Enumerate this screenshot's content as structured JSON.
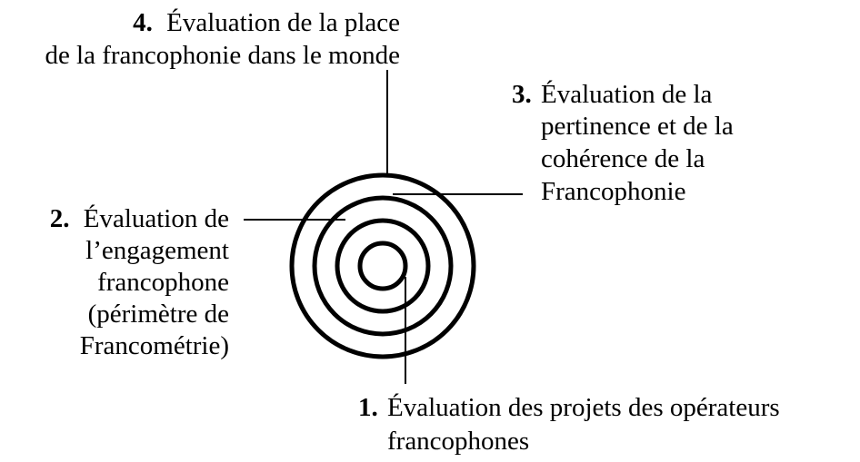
{
  "labels": {
    "level4": {
      "number": "4.",
      "line1": "Évaluation de la place",
      "line2": "de la francophonie dans le monde"
    },
    "level3": {
      "number": "3.",
      "line1": "Évaluation de la",
      "line2": "pertinence et de la",
      "line3": "cohérence de la",
      "line4": "Francophonie"
    },
    "level2": {
      "number": "2.",
      "line1": "Évaluation de",
      "line2": "l’engagement",
      "line3": "francophone",
      "line4": "(périmètre de",
      "line5": "Francométrie)"
    },
    "level1": {
      "number": "1.",
      "line1": "Évaluation des projets des opérateurs",
      "line2": "francophones"
    }
  }
}
